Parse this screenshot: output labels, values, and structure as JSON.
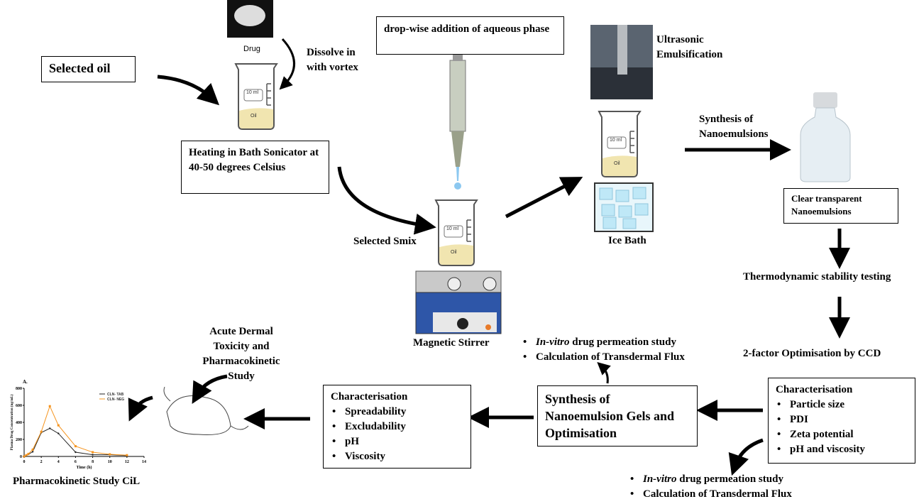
{
  "steps": {
    "selected_oil": "Selected oil",
    "drug": "Drug",
    "dissolve": "Dissolve in with vortex",
    "heating": "Heating in Bath Sonicator at 40-50 degrees Celsius",
    "dropwise": "drop-wise addition of aqueous phase",
    "selected_smix": "Selected Smix",
    "magnetic_stirrer": "Magnetic Stirrer",
    "ultrasonic": "Ultrasonic Emulsification",
    "ice_bath": "Ice Bath",
    "synthesis_ne": "Synthesis of Nanoemulsions",
    "clear_ne": "Clear transparent Nanoemulsions",
    "thermo": "Thermodynamic stability testing",
    "optimisation": "2-factor Optimisation by CCD",
    "gel_synthesis": "Synthesis of Nanoemulsion Gels and Optimisation",
    "acute": "Acute Dermal Toxicity and Pharmacokinetic Study",
    "pk_caption": "Pharmacokinetic Study CiL",
    "beaker_volume": "10 ml",
    "beaker_oil": "Oil"
  },
  "char_right": {
    "title": "Characterisation",
    "items": [
      "Particle size",
      "PDI",
      "Zeta potential",
      "pH and viscosity"
    ]
  },
  "char_mid": {
    "title": "Characterisation",
    "items": [
      "Spreadability",
      "Excludability",
      "pH",
      "Viscosity"
    ]
  },
  "permeation_top": {
    "items_italic": [
      "In-vitro",
      ""
    ],
    "items": [
      " drug permeation study",
      "Calculation of Transdermal Flux"
    ]
  },
  "permeation_bottom": {
    "items_italic": [
      "In-vitro",
      ""
    ],
    "items": [
      " drug permeation study",
      "Calculation of Transdermal Flux"
    ]
  },
  "chart_data": {
    "type": "line",
    "panel_label": "A.",
    "xlabel": "Time (h)",
    "ylabel": "Plasma Drug Concentration (ng/mL)",
    "xlim": [
      0,
      14
    ],
    "ylim": [
      0,
      800
    ],
    "xticks": [
      0,
      2,
      4,
      6,
      8,
      10,
      12,
      14
    ],
    "yticks": [
      0,
      200,
      400,
      600,
      800
    ],
    "legend": "top-right",
    "x": [
      0,
      0.25,
      0.5,
      1,
      2,
      3,
      4,
      6,
      8,
      10,
      12
    ],
    "series": [
      {
        "name": "CLN- TAB",
        "color": "#222222",
        "values": [
          0,
          10,
          25,
          55,
          280,
          330,
          270,
          50,
          20,
          20,
          10
        ]
      },
      {
        "name": "CLN- NEG",
        "color": "#f5941e",
        "values": [
          0,
          15,
          30,
          80,
          290,
          590,
          365,
          120,
          50,
          25,
          15
        ]
      }
    ]
  }
}
